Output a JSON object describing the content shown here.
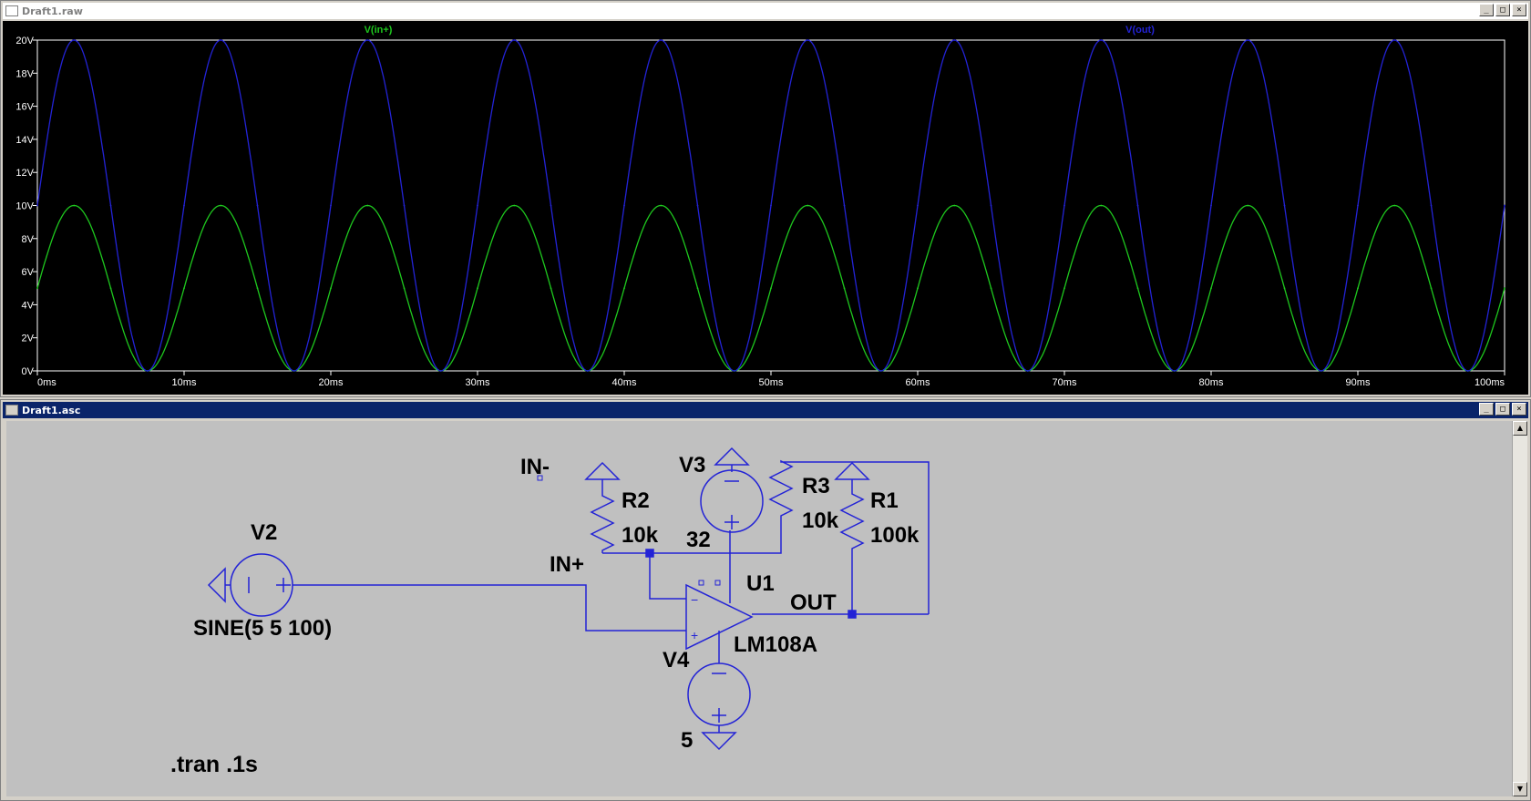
{
  "plot_window": {
    "title": "Draft1.raw",
    "series_labels": {
      "in": "V(in+)",
      "out": "V(out)"
    }
  },
  "schematic_window": {
    "title": "Draft1.asc",
    "labels": {
      "v2_name": "V2",
      "v2_value": "SINE(5 5 100)",
      "in_plus": "IN+",
      "in_minus": "IN-",
      "r2_name": "R2",
      "r2_value": "10k",
      "v3_name": "V3",
      "v3_value": "32",
      "r3_name": "R3",
      "r3_value": "10k",
      "r1_name": "R1",
      "r1_value": "100k",
      "u1_name": "U1",
      "u1_value": "LM108A",
      "out_label": "OUT",
      "v4_name": "V4",
      "v4_value": "5",
      "directive": ".tran .1s"
    }
  },
  "colors": {
    "plot_bg": "#000000",
    "series_in": "#1ec81e",
    "series_out": "#2323d6",
    "schematic_bg": "#c0c0c0",
    "wire": "#2323d6",
    "title_active": "#0a246a"
  },
  "chart_data": {
    "type": "line",
    "xlabel": "",
    "ylabel": "",
    "xlim": [
      0,
      100
    ],
    "ylim": [
      0,
      20
    ],
    "x_unit": "ms",
    "y_unit": "V",
    "x_ticks": [
      "0ms",
      "10ms",
      "20ms",
      "30ms",
      "40ms",
      "50ms",
      "60ms",
      "70ms",
      "80ms",
      "90ms",
      "100ms"
    ],
    "y_ticks": [
      "0V",
      "2V",
      "4V",
      "6V",
      "8V",
      "10V",
      "12V",
      "14V",
      "16V",
      "18V",
      "20V"
    ],
    "grid": false,
    "series": [
      {
        "name": "V(in+)",
        "color": "#1ec81e",
        "x": [
          0,
          2.5,
          5,
          7.5,
          10,
          12.5,
          15,
          17.5,
          20,
          22.5,
          25,
          27.5,
          30,
          32.5,
          35,
          37.5,
          40,
          42.5,
          45,
          47.5,
          50,
          52.5,
          55,
          57.5,
          60,
          62.5,
          65,
          67.5,
          70,
          72.5,
          75,
          77.5,
          80,
          82.5,
          85,
          87.5,
          90,
          92.5,
          95,
          97.5,
          100
        ],
        "y": [
          5,
          10,
          5,
          0,
          5,
          10,
          5,
          0,
          5,
          10,
          5,
          0,
          5,
          10,
          5,
          0,
          5,
          10,
          5,
          0,
          5,
          10,
          5,
          0,
          5,
          10,
          5,
          0,
          5,
          10,
          5,
          0,
          5,
          10,
          5,
          0,
          5,
          10,
          5,
          0,
          5
        ]
      },
      {
        "name": "V(out)",
        "color": "#2323d6",
        "x": [
          0,
          2.5,
          5,
          7.5,
          10,
          12.5,
          15,
          17.5,
          20,
          22.5,
          25,
          27.5,
          30,
          32.5,
          35,
          37.5,
          40,
          42.5,
          45,
          47.5,
          50,
          52.5,
          55,
          57.5,
          60,
          62.5,
          65,
          67.5,
          70,
          72.5,
          75,
          77.5,
          80,
          82.5,
          85,
          87.5,
          90,
          92.5,
          95,
          97.5,
          100
        ],
        "y": [
          10,
          20,
          10,
          0,
          10,
          20,
          10,
          0,
          10,
          20,
          10,
          0,
          10,
          20,
          10,
          0,
          10,
          20,
          10,
          0,
          10,
          20,
          10,
          0,
          10,
          20,
          10,
          0,
          10,
          20,
          10,
          0,
          10,
          20,
          10,
          0,
          10,
          20,
          10,
          0,
          10
        ]
      }
    ]
  }
}
